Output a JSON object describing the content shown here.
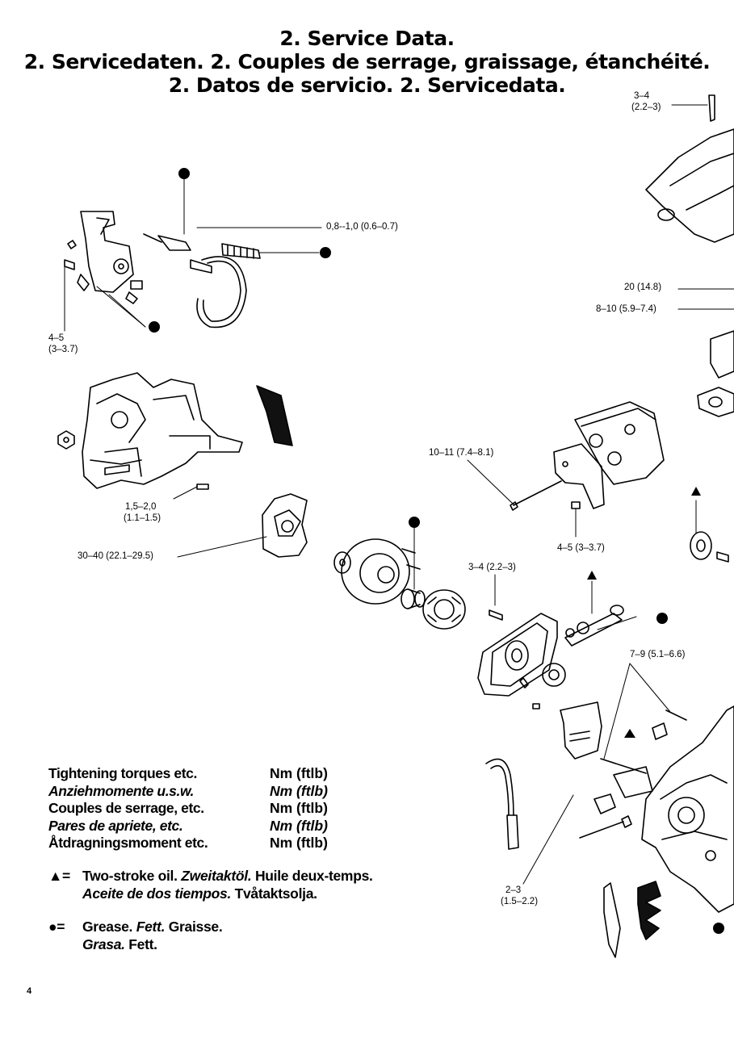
{
  "titles": {
    "line1": "2. Service Data.",
    "line2": "2. Servicedaten.  2. Couples de serrage, graissage, étanchéité.",
    "line3": "2. Datos de servicio.  2. Servicedata."
  },
  "torque_labels": {
    "t_top_right": "3–4",
    "t_top_right_ft": "(2.2–3)",
    "t_chain_screw": "0,8--1,0 (0.6–0.7)",
    "t_20": "20 (14.8)",
    "t_8_10": "8–10 (5.9–7.4)",
    "t_4_5_left": "4–5",
    "t_4_5_left_ft": "(3–3.7)",
    "t_10_11": "10–11 (7.4–8.1)",
    "t_1_5_2_0": "1,5–2,0",
    "t_1_5_2_0_ft": "(1.1–1.5)",
    "t_30_40": "30–40 (22.1–29.5)",
    "t_4_5_mid": "4–5 (3–3.7)",
    "t_3_4_mid": "3–4 (2.2–3)",
    "t_7_9": "7–9 (5.1–6.6)",
    "t_2_3": "2–3",
    "t_2_3_ft": "(1.5–2.2)"
  },
  "legend": {
    "rows": [
      {
        "label": "Tightening torques etc.",
        "unit": "Nm (ftlb)"
      },
      {
        "label": "Anziehmomente u.s.w.",
        "unit": "Nm (ftlb)"
      },
      {
        "label": "Couples de serrage, etc.",
        "unit": "Nm (ftlb)"
      },
      {
        "label": "Pares de apriete, etc.",
        "unit": "Nm (ftlb)"
      },
      {
        "label": "Åtdragningsmoment etc.",
        "unit": "Nm (ftlb)"
      }
    ],
    "oil_symbol": "▲=",
    "oil_en": "Two-stroke oil.",
    "oil_de": "Zweitaktöl.",
    "oil_fr": "Huile deux-temps.",
    "oil_es": "Aceite de dos tiempos.",
    "oil_sv": "Tvåtaktsolja.",
    "grease_symbol": "●=",
    "grease_en": "Grease.",
    "grease_de": "Fett.",
    "grease_fr": "Graisse.",
    "grease_es": "Grasa.",
    "grease_sv": "Fett."
  },
  "page_number": "4"
}
